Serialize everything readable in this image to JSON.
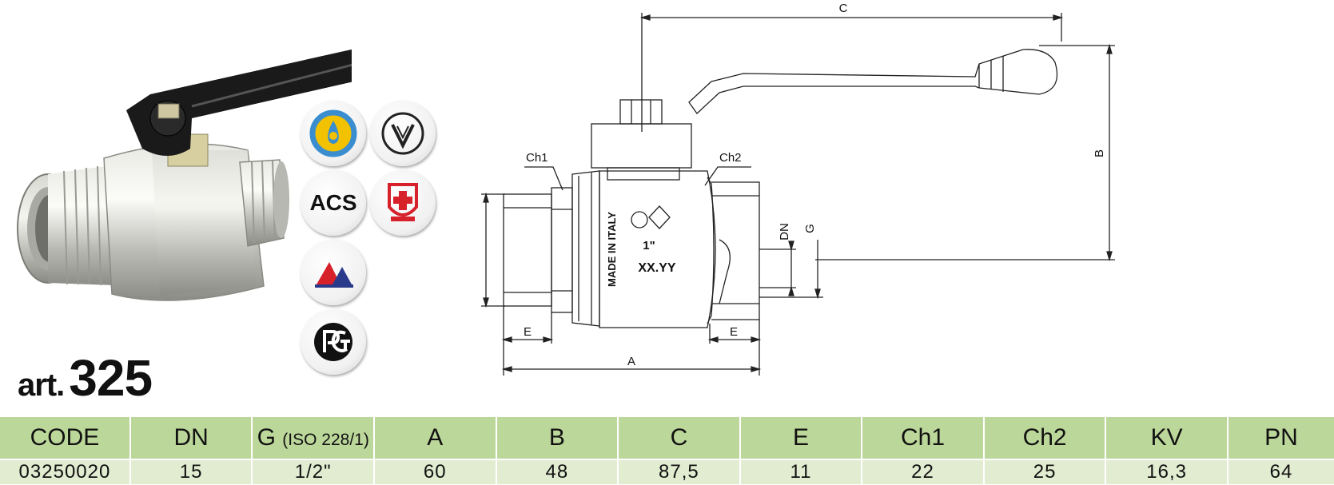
{
  "product": {
    "title_prefix": "art.",
    "title_number": "325"
  },
  "badges": {
    "acs_label": "ACS"
  },
  "drawing": {
    "label_c": "C",
    "label_b": "B",
    "label_ch1": "Ch1",
    "label_ch2": "Ch2",
    "label_g_left": "G",
    "label_g_right": "G",
    "label_dn": "DN",
    "label_e_left": "E",
    "label_e_right": "E",
    "label_a": "A",
    "body_text_1": "MADE IN ITALY",
    "body_text_2": "1\"",
    "body_text_3": "XX.YY"
  },
  "table": {
    "headers": [
      {
        "main": "CODE",
        "sub": ""
      },
      {
        "main": "DN",
        "sub": ""
      },
      {
        "main": "G",
        "sub": "(ISO 228/1)"
      },
      {
        "main": "A",
        "sub": ""
      },
      {
        "main": "B",
        "sub": ""
      },
      {
        "main": "C",
        "sub": ""
      },
      {
        "main": "E",
        "sub": ""
      },
      {
        "main": "Ch1",
        "sub": ""
      },
      {
        "main": "Ch2",
        "sub": ""
      },
      {
        "main": "KV",
        "sub": ""
      },
      {
        "main": "PN",
        "sub": ""
      }
    ],
    "rows": [
      [
        "03250020",
        "15",
        "1/2\"",
        "60",
        "48",
        "87,5",
        "11",
        "22",
        "25",
        "16,3",
        "64"
      ]
    ]
  },
  "colors": {
    "header_bg": "#bcd79a",
    "row_bg": "#e2ecd1",
    "handle_black": "#1a1a1a",
    "body_silver": "#c9c9c4"
  }
}
